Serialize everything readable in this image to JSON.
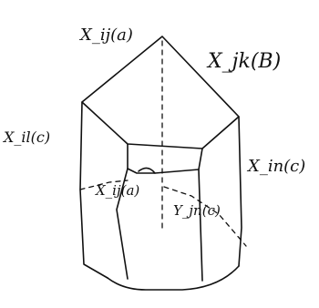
{
  "labels": {
    "top_vertex": "X_ij(a)",
    "top_right_edge": "X_jk(B)",
    "left_edge": "X_il(c)",
    "right_edge": "X_in(c)",
    "center_small": "X_ij(a)",
    "center_right": "Y_jn(c)"
  },
  "colors": {
    "ink": "#111111",
    "paper": "#ffffff"
  }
}
